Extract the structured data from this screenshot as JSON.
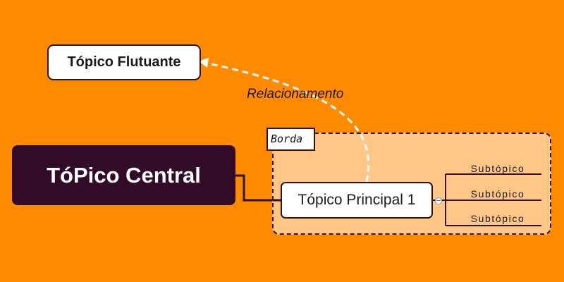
{
  "diagram": {
    "central_topic": "TóPico Central",
    "floating_topic": "Tópico Flutuante",
    "relationship_label": "Relacionamento",
    "boundary_label": "Borda",
    "main_topic": "Tópico Principal 1",
    "subtopics": [
      "Subtópico",
      "Subtópico",
      "Subtópico"
    ]
  },
  "colors": {
    "background": "#ff8a00",
    "central_fill": "#320b29",
    "boundary_fill": "#ffc685",
    "line": "#2a1418",
    "relationship_line": "#ffffff"
  }
}
